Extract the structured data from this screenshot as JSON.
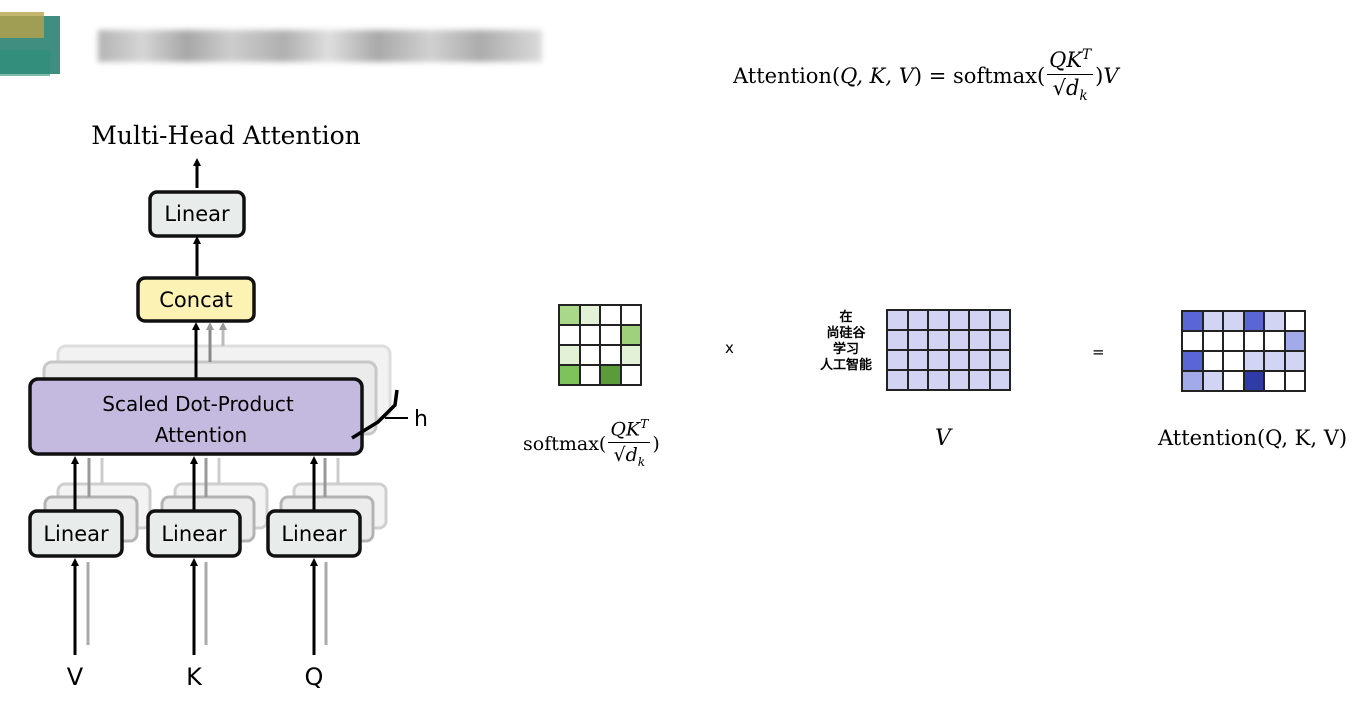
{
  "header": {
    "blurred_title": ""
  },
  "diagram": {
    "title": "Multi-Head Attention",
    "linear_top": "Linear",
    "concat": "Concat",
    "sdpa_line1": "Scaled Dot-Product",
    "sdpa_line2": "Attention",
    "heads_label": "h",
    "linear_v": "Linear",
    "linear_k": "Linear",
    "linear_q": "Linear",
    "input_v": "V",
    "input_k": "K",
    "input_q": "Q"
  },
  "formula": {
    "lhs": "Attention(",
    "lhs_args": "Q, K, V",
    "eq_softmax": ") = softmax(",
    "num": "QK",
    "num_sup": "T",
    "den": "√d",
    "den_sub": "k",
    "tail": ")",
    "tail_v": "V"
  },
  "matrix_example": {
    "softmax_label_prefix": "softmax(",
    "softmax_label_suffix": ")",
    "times": "x",
    "equals": "=",
    "v_label": "V",
    "attention_label": "Attention(Q, K, V)",
    "row_labels": [
      "在",
      "尚硅谷",
      "学习",
      "人工智能"
    ],
    "softmax_grid": [
      [
        "#a9d88b",
        "#e3f1d7",
        "#ffffff",
        "#ffffff"
      ],
      [
        "#ffffff",
        "#ffffff",
        "#ffffff",
        "#9fd17d"
      ],
      [
        "#e3f1d7",
        "#ffffff",
        "#ffffff",
        "#e3f1d7"
      ],
      [
        "#7dc25a",
        "#ffffff",
        "#5b9b3a",
        "#ffffff"
      ]
    ],
    "v_grid_color": "#d2d2f2",
    "v_rows": 4,
    "v_cols": 6,
    "attention_grid": [
      [
        "#5a66d6",
        "#d2d4f4",
        "#d2d4f4",
        "#5a66d6",
        "#d2d4f4",
        "#ffffff"
      ],
      [
        "#ffffff",
        "#ffffff",
        "#ffffff",
        "#ffffff",
        "#ffffff",
        "#a3aaea"
      ],
      [
        "#5a66d6",
        "#ffffff",
        "#ffffff",
        "#d2d4f4",
        "#d2d4f4",
        "#d2d4f4"
      ],
      [
        "#a3aaea",
        "#d2d4f4",
        "#ffffff",
        "#2e3ba8",
        "#ffffff",
        "#ffffff"
      ]
    ]
  }
}
